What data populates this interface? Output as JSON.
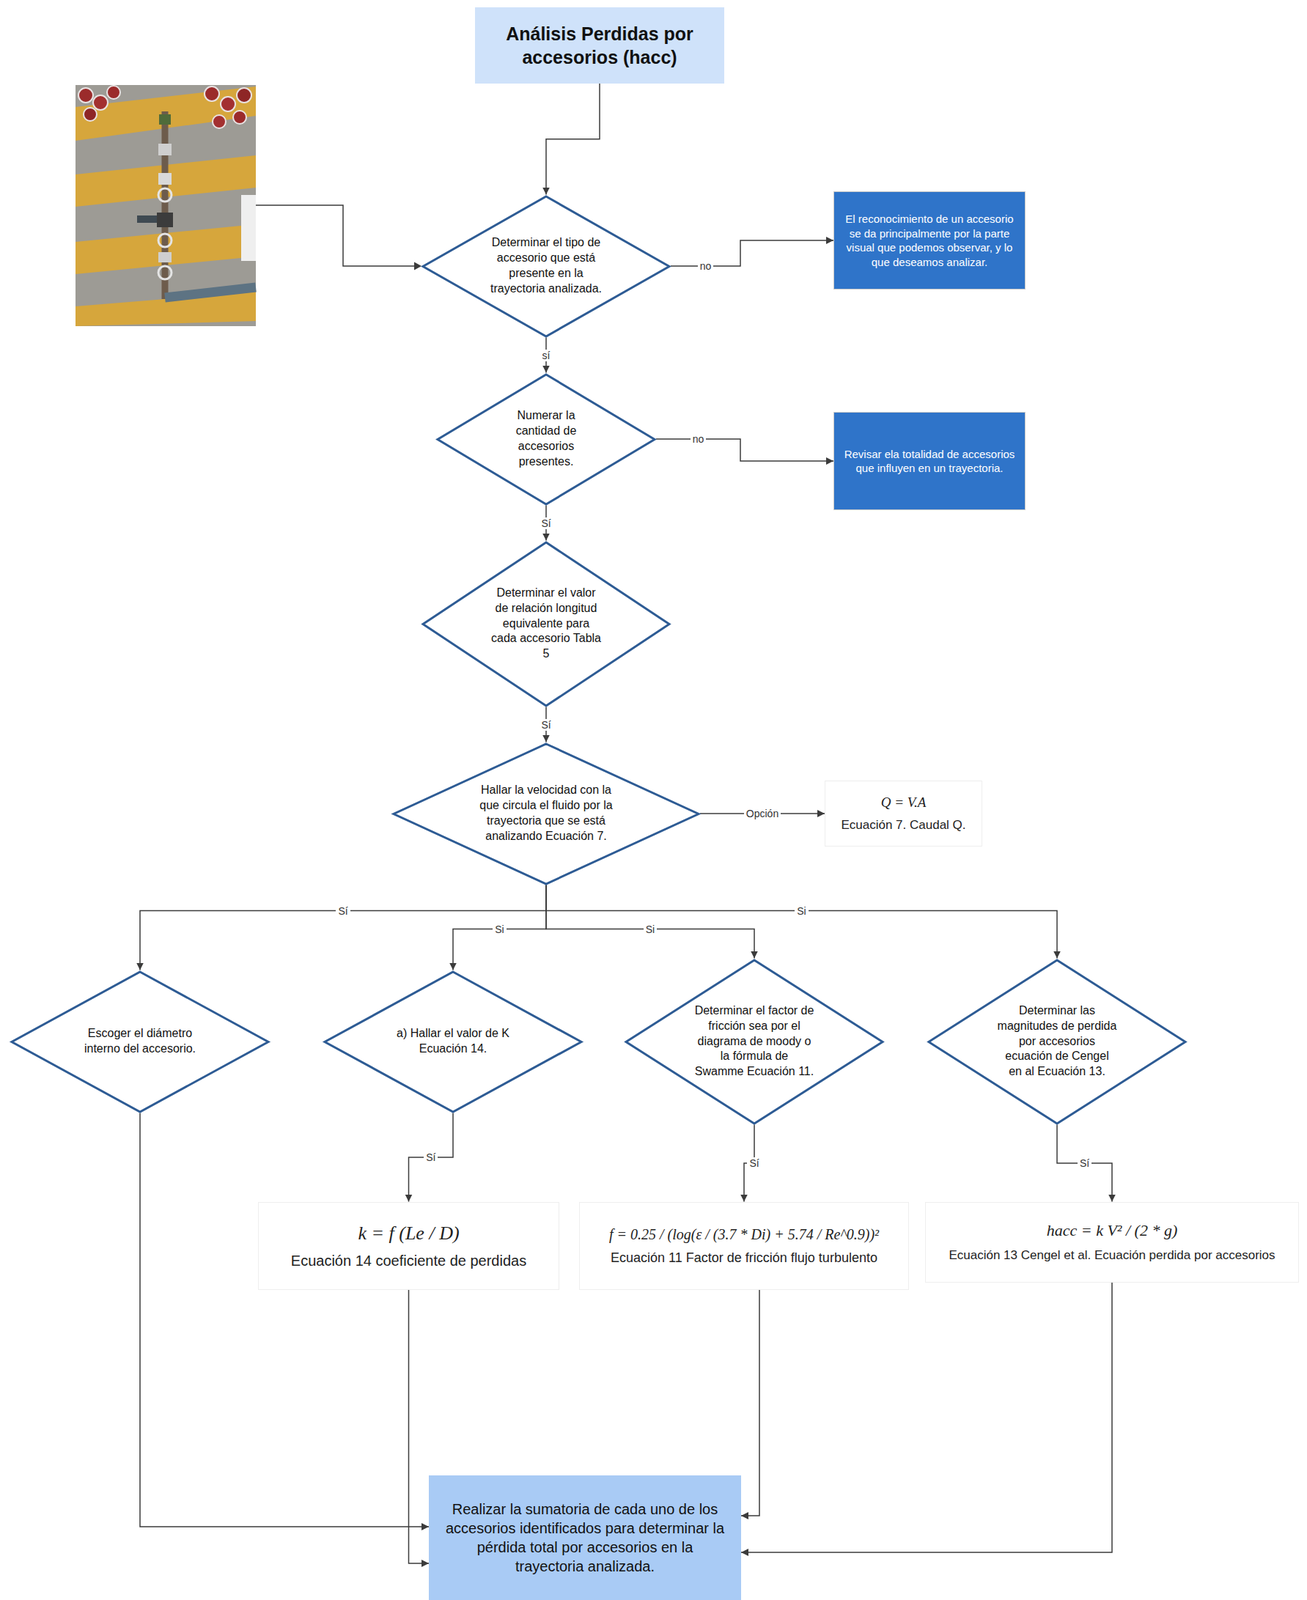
{
  "diagram": {
    "nodes": [
      {
        "text": [
          "Análisis Perdidas por accesorios (hacc)"
        ]
      },
      {
        "text": [
          "Determinar el tipo de accesorio que está presente en la trayectoria analizada."
        ]
      },
      {
        "text": [
          "El reconocimiento de un accesorio se da principalmente por la parte visual que podemos observar, y lo que deseamos analizar."
        ]
      },
      {
        "text": [
          "Numerar la cantidad de accesorios presentes."
        ]
      },
      {
        "text": [
          "Revisar ela totalidad de accesorios que influyen en un trayectoria."
        ]
      },
      {
        "text": [
          "Determinar el valor de relación longitud equivalente para cada accesorio Tabla 5"
        ]
      },
      {
        "text": [
          "Hallar la velocidad con la que circula el fluido por la trayectoria que se está analizando Ecuación 7."
        ]
      },
      {
        "text": [
          "Q = V.A",
          "Ecuación 7. Caudal Q."
        ]
      },
      {
        "text": [
          "Escoger el diámetro interno del accesorio."
        ]
      },
      {
        "text": [
          "a) Hallar el valor de K Ecuación 14."
        ]
      },
      {
        "text": [
          "Determinar el factor de fricción sea por el diagrama de moody o la fórmula de Swamme Ecuación 11."
        ]
      },
      {
        "text": [
          "Determinar las magnitudes de perdida por accesorios ecuación de Cengel en al Ecuación 13."
        ]
      },
      {
        "text": [
          "k = f (Le / D)",
          "Ecuación 14 coeficiente de perdidas"
        ]
      },
      {
        "text": [
          "f = 0.25 / (log(ε / (3.7 * Di) + 5.74 / Re^0.9))²",
          "Ecuación 11 Factor de fricción flujo turbulento"
        ]
      },
      {
        "text": [
          "hacc = k V² / (2 * g)",
          "Ecuación 13 Cengel et al. Ecuación perdida por accesorios"
        ]
      },
      {
        "text": [
          "Realizar la sumatoria de cada uno de los accesorios identificados para determinar la pérdida total por accesorios en la trayectoria analizada."
        ]
      }
    ],
    "edges": [
      {
        "from": 0,
        "to": 1,
        "arrow": "to"
      },
      {
        "from": 1,
        "to": 2,
        "label": "no",
        "arrow": "to"
      },
      {
        "from": 1,
        "to": 3,
        "label": "sí",
        "arrow": "to"
      },
      {
        "from": 3,
        "to": 4,
        "label": "no",
        "arrow": "to"
      },
      {
        "from": 3,
        "to": 5,
        "label": "Sí",
        "arrow": "to"
      },
      {
        "from": 5,
        "to": 6,
        "label": "Sí",
        "arrow": "to"
      },
      {
        "from": 6,
        "to": 7,
        "label": "Opción",
        "arrow": "to"
      },
      {
        "from": 6,
        "to": 8,
        "label": "Sí",
        "arrow": "to"
      },
      {
        "from": 6,
        "to": 9,
        "label": "Si",
        "arrow": "to"
      },
      {
        "from": 6,
        "to": 10,
        "label": "Si",
        "arrow": "to"
      },
      {
        "from": 6,
        "to": 11,
        "label": "Si",
        "arrow": "to"
      },
      {
        "from": 9,
        "to": 12,
        "label": "Sí",
        "arrow": "to"
      },
      {
        "from": 10,
        "to": 13,
        "label": "Sí",
        "arrow": "to"
      },
      {
        "from": 11,
        "to": 14,
        "label": "Sí",
        "arrow": "to"
      },
      {
        "from": 8,
        "to": 15,
        "arrow": "to"
      },
      {
        "from": 12,
        "to": 15,
        "arrow": "to"
      },
      {
        "from": 13,
        "to": 15,
        "arrow": "to"
      },
      {
        "from": 14,
        "to": 15,
        "arrow": "to"
      }
    ]
  }
}
